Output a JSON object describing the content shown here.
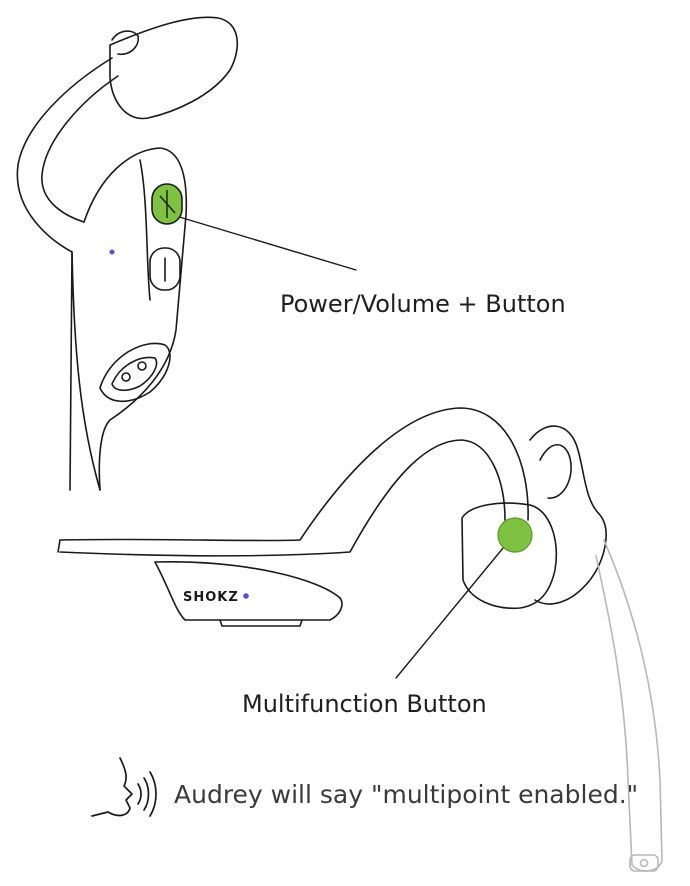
{
  "labels": {
    "power_volume_button": "Power/Volume + Button",
    "multifunction_button": "Multifunction Button",
    "voice_prompt": "Audrey will say \"multipoint enabled.\""
  },
  "brand": {
    "logo_text": "SHOKZ"
  },
  "colors": {
    "line": "#1a1a1a",
    "button_highlight": "#7fc241",
    "logo_dot": "#5a4fcf"
  },
  "icons": {
    "voice_prompt_icon": "speaking-head-icon"
  }
}
